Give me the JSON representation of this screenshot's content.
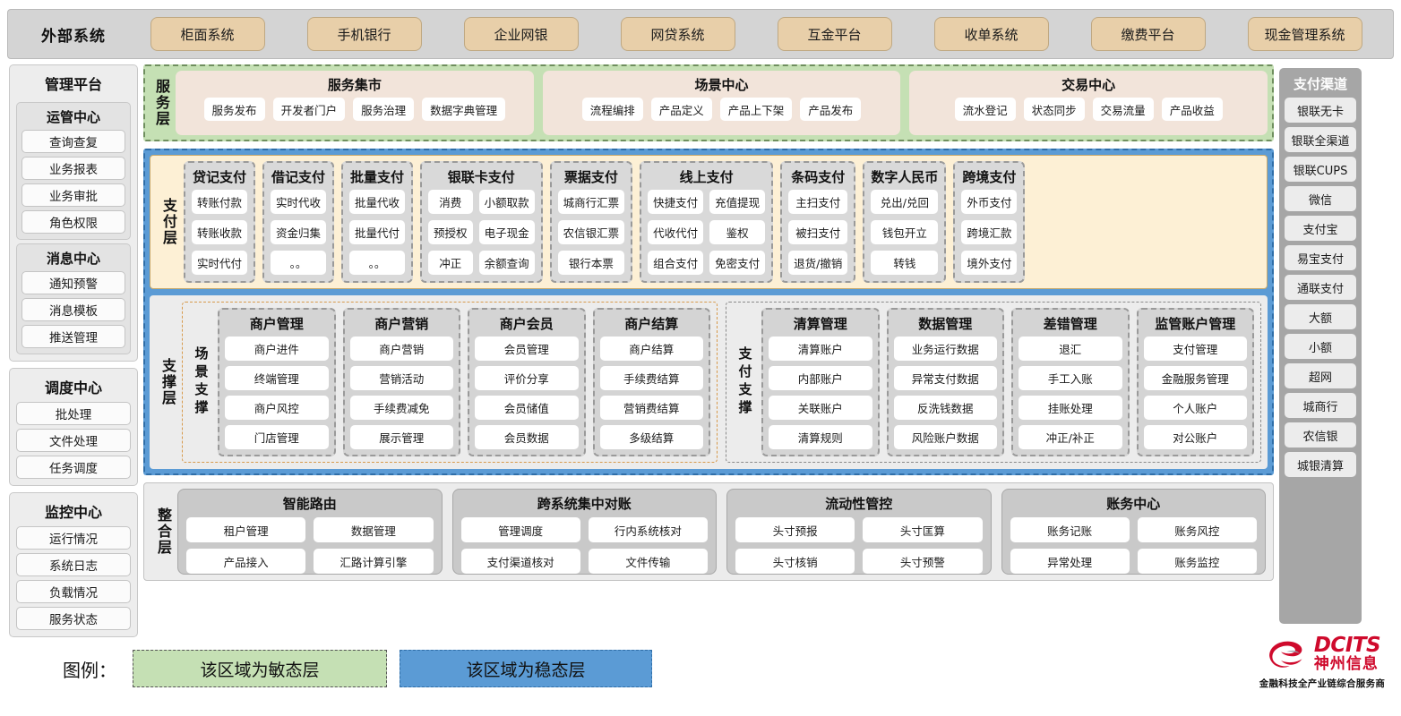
{
  "external_bar": {
    "title": "外部系统",
    "items": [
      "柜面系统",
      "手机银行",
      "企业网银",
      "网贷系统",
      "互金平台",
      "收单系统",
      "缴费平台",
      "现金管理系统"
    ]
  },
  "left_sidebar": {
    "title": "管理平台",
    "panels": [
      {
        "groups": [
          {
            "title": "运管中心",
            "items": [
              "查询查复",
              "业务报表",
              "业务审批",
              "角色权限"
            ]
          },
          {
            "title": "消息中心",
            "items": [
              "通知预警",
              "消息模板",
              "推送管理"
            ]
          }
        ]
      },
      {
        "title": "调度中心",
        "items": [
          "批处理",
          "文件处理",
          "任务调度"
        ]
      },
      {
        "title": "监控中心",
        "items": [
          "运行情况",
          "系统日志",
          "负载情况",
          "服务状态"
        ]
      }
    ]
  },
  "right_sidebar": {
    "title": "支付渠道",
    "items": [
      "银联无卡",
      "银联全渠道",
      "银联CUPS",
      "微信",
      "支付宝",
      "易宝支付",
      "通联支付",
      "大额",
      "小额",
      "超网",
      "城商行",
      "农信银",
      "城银清算"
    ]
  },
  "service_layer": {
    "label": "服务层",
    "groups": [
      {
        "title": "服务集市",
        "items": [
          "服务发布",
          "开发者门户",
          "服务治理",
          "数据字典管理"
        ]
      },
      {
        "title": "场景中心",
        "items": [
          "流程编排",
          "产品定义",
          "产品上下架",
          "产品发布"
        ]
      },
      {
        "title": "交易中心",
        "items": [
          "流水登记",
          "状态同步",
          "交易流量",
          "产品收益"
        ]
      }
    ]
  },
  "payment_layer": {
    "label": "支付层",
    "categories": [
      {
        "title": "贷记支付",
        "columns": [
          [
            "转账付款",
            "转账收款",
            "实时代付"
          ]
        ]
      },
      {
        "title": "借记支付",
        "columns": [
          [
            "实时代收",
            "资金归集",
            "。。"
          ]
        ]
      },
      {
        "title": "批量支付",
        "columns": [
          [
            "批量代收",
            "批量代付",
            "。。"
          ]
        ]
      },
      {
        "title": "银联卡支付",
        "columns": [
          [
            "消费",
            "预授权",
            "冲正"
          ],
          [
            "小额取款",
            "电子现金",
            "余额查询"
          ]
        ]
      },
      {
        "title": "票据支付",
        "columns": [
          [
            "城商行汇票",
            "农信银汇票",
            "银行本票"
          ]
        ]
      },
      {
        "title": "线上支付",
        "columns": [
          [
            "快捷支付",
            "代收代付",
            "组合支付"
          ],
          [
            "充值提现",
            "鉴权",
            "免密支付"
          ]
        ]
      },
      {
        "title": "条码支付",
        "columns": [
          [
            "主扫支付",
            "被扫支付",
            "退货/撤销"
          ]
        ]
      },
      {
        "title": "数字人民币",
        "columns": [
          [
            "兑出/兑回",
            "钱包开立",
            "转钱"
          ]
        ]
      },
      {
        "title": "跨境支付",
        "columns": [
          [
            "外币支付",
            "跨境汇款",
            "境外支付"
          ]
        ]
      }
    ]
  },
  "support_layer": {
    "label": "支撑层",
    "boxes": [
      {
        "label": "场景支撑",
        "categories": [
          {
            "title": "商户管理",
            "items": [
              "商户进件",
              "终端管理",
              "商户风控",
              "门店管理"
            ]
          },
          {
            "title": "商户营销",
            "items": [
              "商户营销",
              "营销活动",
              "手续费减免",
              "展示管理"
            ]
          },
          {
            "title": "商户会员",
            "items": [
              "会员管理",
              "评价分享",
              "会员储值",
              "会员数据"
            ]
          },
          {
            "title": "商户结算",
            "items": [
              "商户结算",
              "手续费结算",
              "营销费结算",
              "多级结算"
            ]
          }
        ]
      },
      {
        "label": "支付支撑",
        "categories": [
          {
            "title": "清算管理",
            "items": [
              "清算账户",
              "内部账户",
              "关联账户",
              "清算规则"
            ]
          },
          {
            "title": "数据管理",
            "items": [
              "业务运行数据",
              "异常支付数据",
              "反洗钱数据",
              "风险账户数据"
            ]
          },
          {
            "title": "差错管理",
            "items": [
              "退汇",
              "手工入账",
              "挂账处理",
              "冲正/补正"
            ]
          },
          {
            "title": "监管账户管理",
            "items": [
              "支付管理",
              "金融服务管理",
              "个人账户",
              "对公账户"
            ]
          }
        ]
      }
    ]
  },
  "integration_layer": {
    "label": "整合层",
    "groups": [
      {
        "title": "智能路由",
        "items": [
          "租户管理",
          "数据管理",
          "产品接入",
          "汇路计算引擎"
        ]
      },
      {
        "title": "跨系统集中对账",
        "items": [
          "管理调度",
          "行内系统核对",
          "支付渠道核对",
          "文件传输"
        ]
      },
      {
        "title": "流动性管控",
        "items": [
          "头寸预报",
          "头寸匡算",
          "头寸核销",
          "头寸预警"
        ]
      },
      {
        "title": "账务中心",
        "items": [
          "账务记账",
          "账务风控",
          "异常处理",
          "账务监控"
        ]
      }
    ]
  },
  "legend": {
    "label": "图例：",
    "agile": "该区域为敏态层",
    "stable": "该区域为稳态层"
  },
  "logo": {
    "en": "DCITS",
    "cn": "神州信息",
    "tagline": "金融科技全产业链综合服务商"
  },
  "colors": {
    "agile_green": "#C5E0B4",
    "stable_blue": "#5B9BD5",
    "payment_cream": "#FDF0D5",
    "external_tan": "#E8CFA9",
    "brand_red": "#CF0A2C"
  }
}
